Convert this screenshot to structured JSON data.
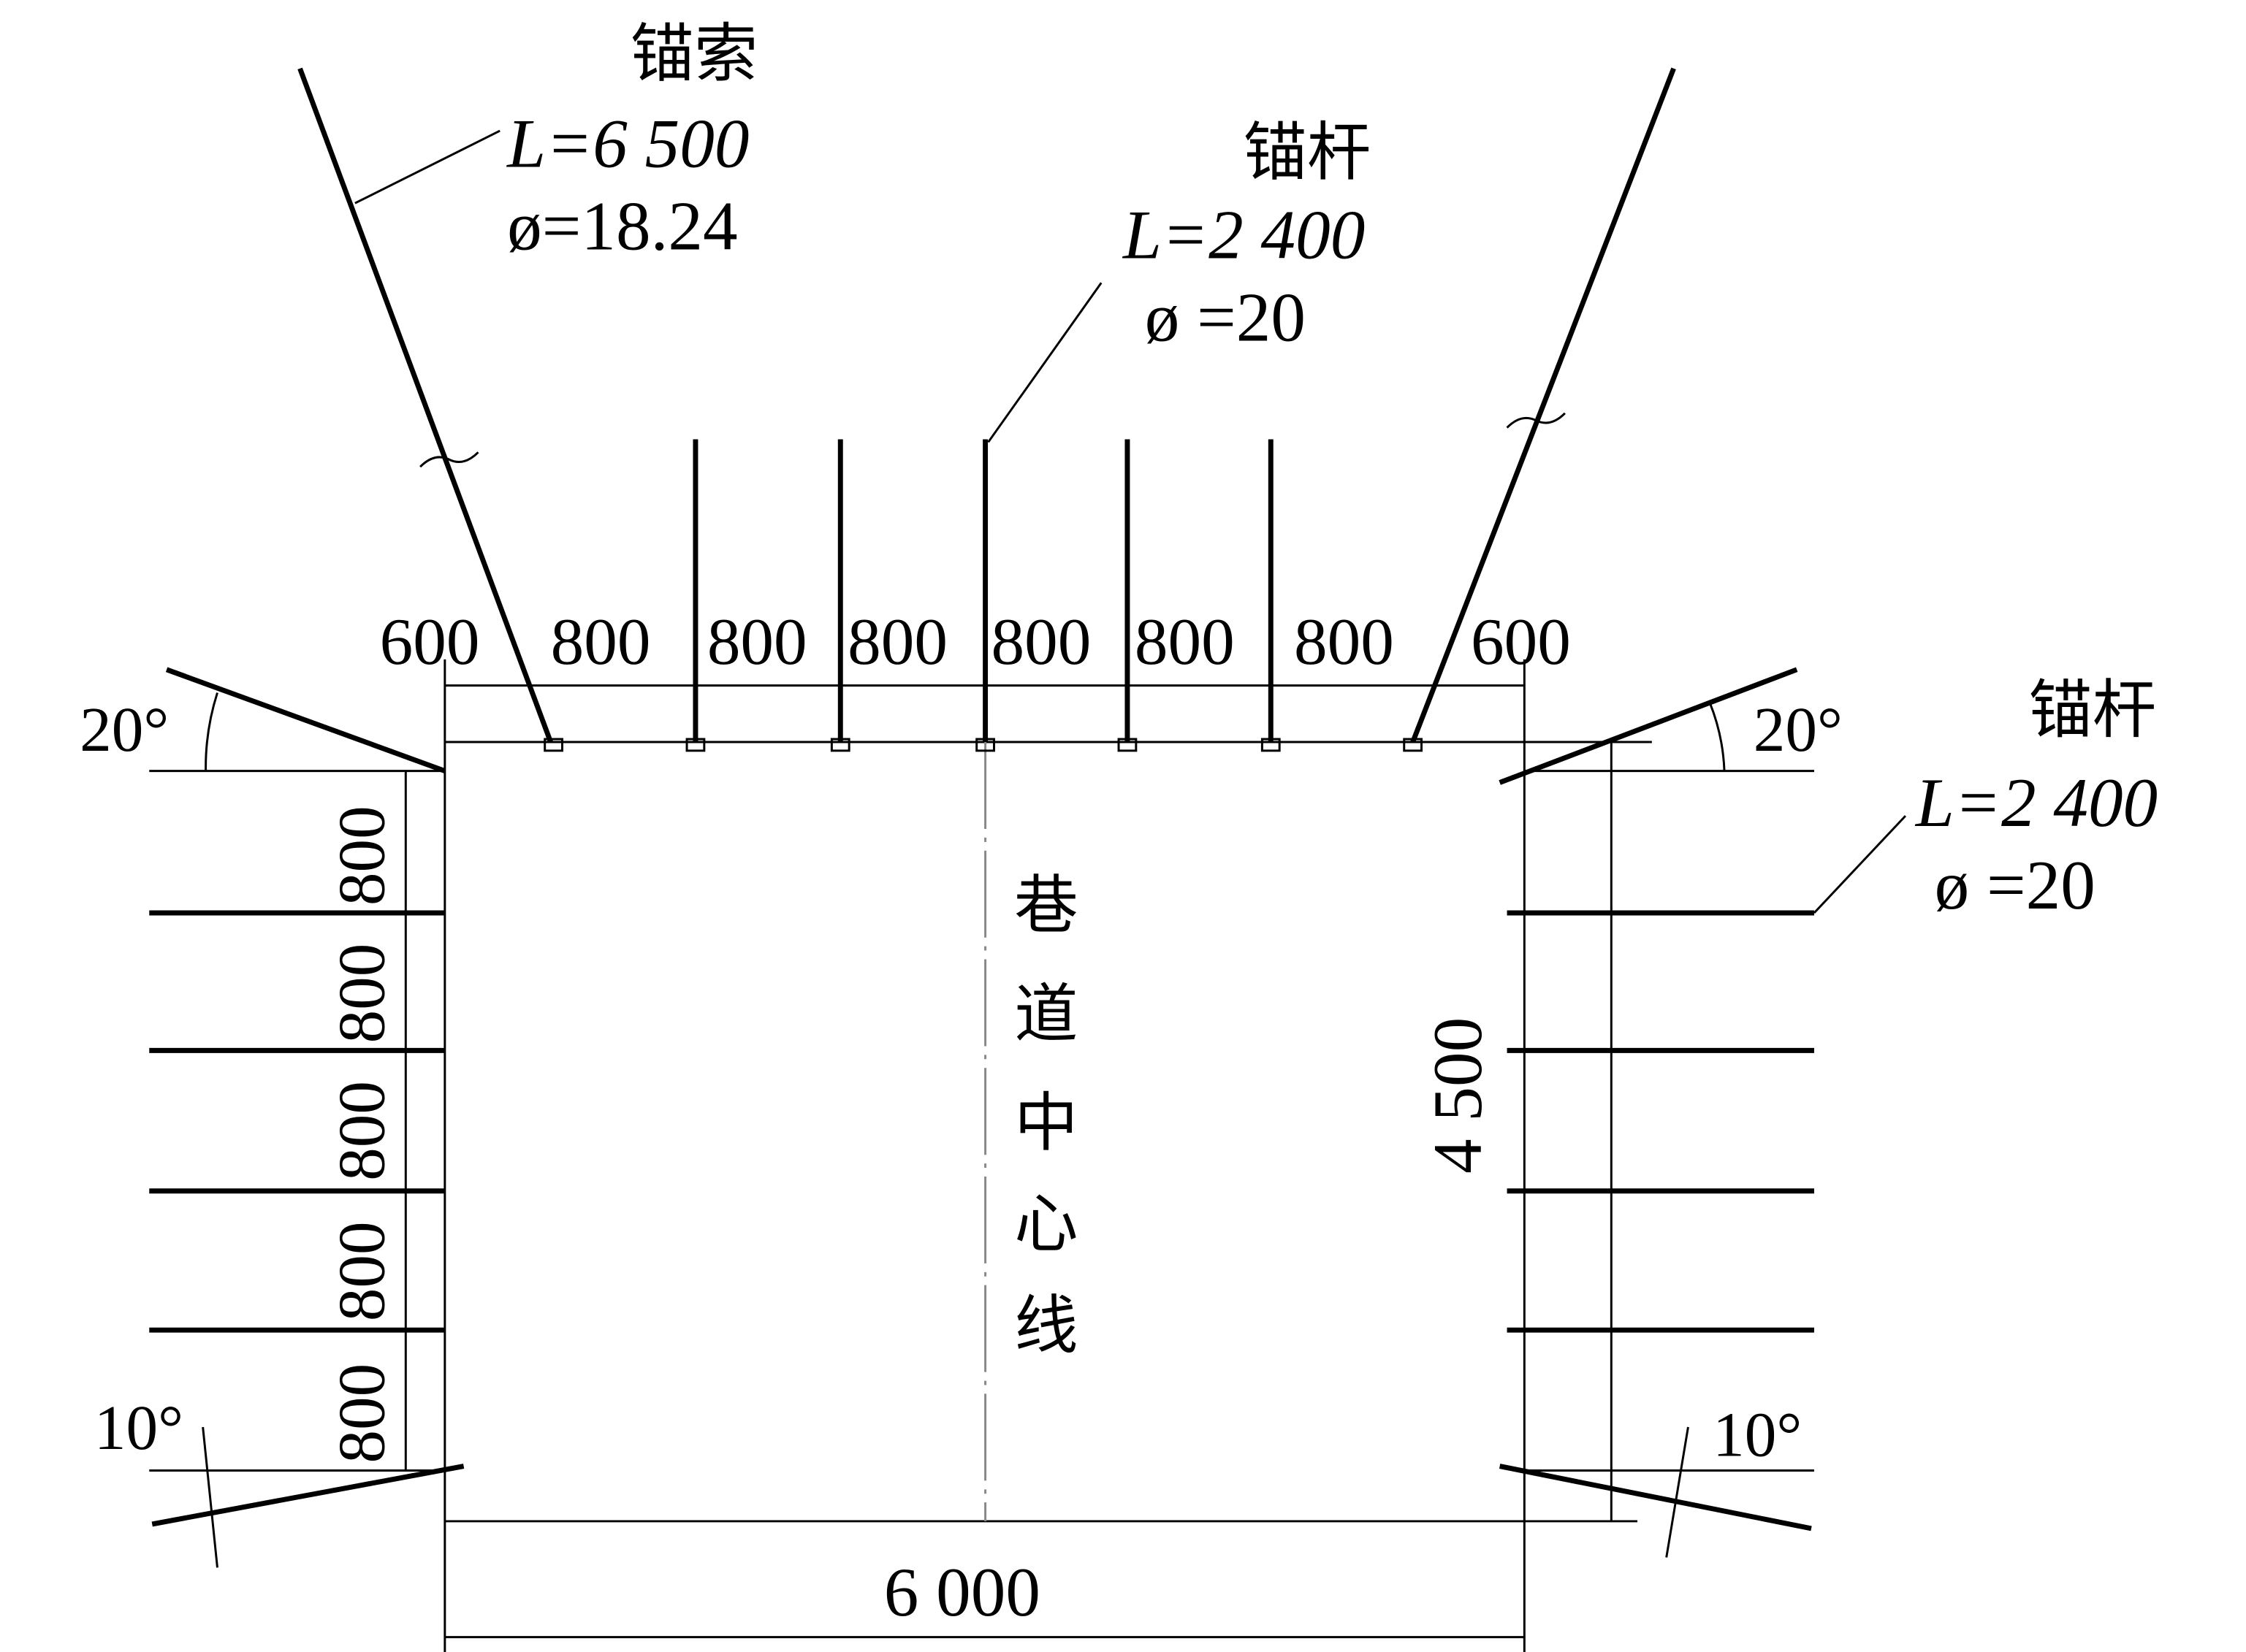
{
  "cable": {
    "title": "锚索",
    "length": "L=6 500",
    "diameter": "ø=18.24"
  },
  "roof_bolt": {
    "title": "锚杆",
    "length": "L=2 400",
    "diameter": "ø =20"
  },
  "side_bolt": {
    "title": "锚杆",
    "length": "L=2 400",
    "diameter": "ø =20"
  },
  "top_dims": [
    "600",
    "800",
    "800",
    "800",
    "800",
    "800",
    "800",
    "600"
  ],
  "left_dims": [
    "800",
    "800",
    "800",
    "800",
    "800"
  ],
  "height_dim": "4 500",
  "width_dim": "6 000",
  "angles": {
    "top_left": "20°",
    "top_right": "20°",
    "bottom_left": "10°",
    "bottom_right": "10°"
  },
  "centerline": [
    "巷",
    "道",
    "中",
    "心",
    "线"
  ]
}
